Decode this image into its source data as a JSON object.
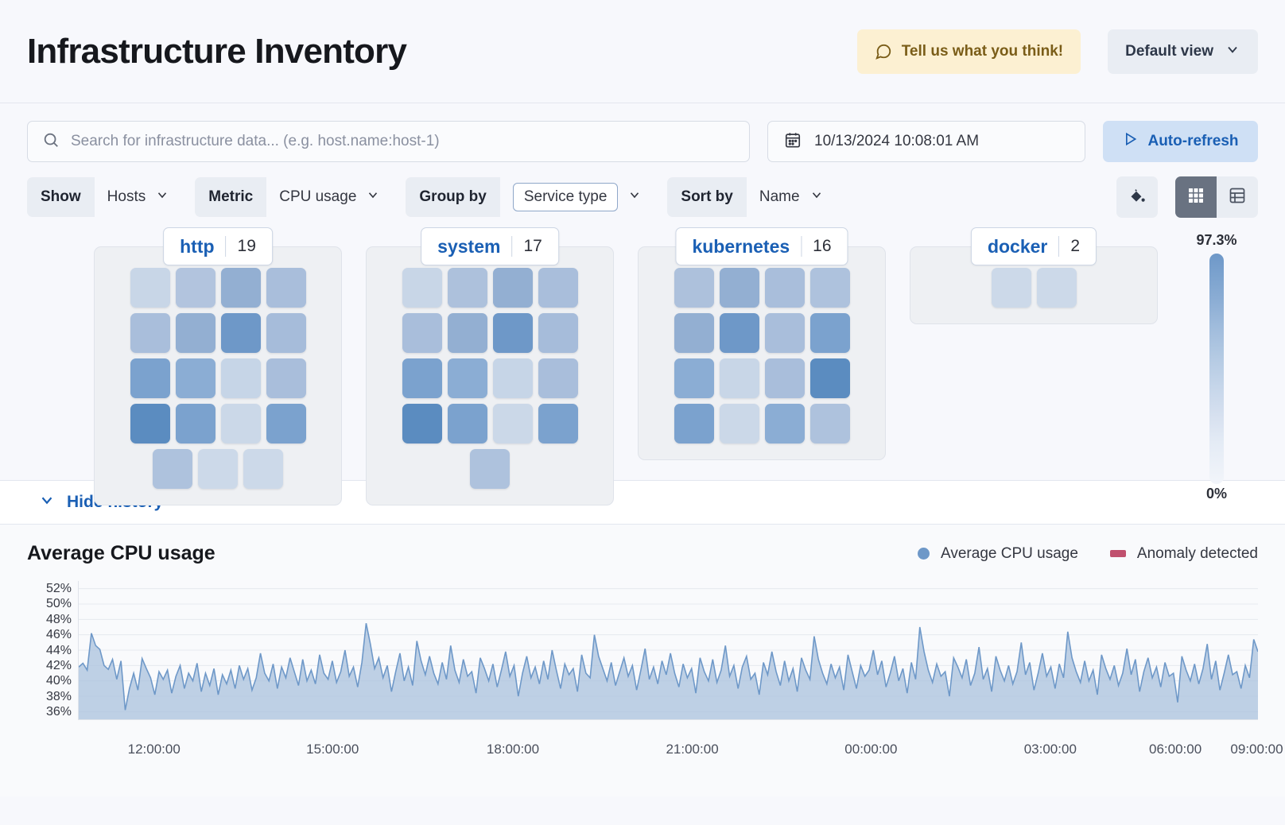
{
  "header": {
    "title": "Infrastructure Inventory",
    "feedback_label": "Tell us what you think!",
    "feedback_icon": "comment-icon",
    "view_label": "Default view",
    "view_icon": "chevron-down-icon"
  },
  "search": {
    "placeholder": "Search for infrastructure data... (e.g. host.name:host-1)",
    "value": "",
    "icon": "search-icon"
  },
  "datepicker": {
    "value": "10/13/2024 10:08:01 AM",
    "icon": "calendar-icon"
  },
  "refresh": {
    "label": "Auto-refresh",
    "icon": "play-icon"
  },
  "controls": [
    {
      "label": "Show",
      "value": "Hosts",
      "boxed": false
    },
    {
      "label": "Metric",
      "value": "CPU usage",
      "boxed": false
    },
    {
      "label": "Group by",
      "value": "Service type",
      "boxed": true
    },
    {
      "label": "Sort by",
      "value": "Name",
      "boxed": false
    }
  ],
  "view_buttons": {
    "palette_icon": "color-fill-icon",
    "grid_icon": "grid-view-icon",
    "table_icon": "table-view-icon",
    "active": "grid"
  },
  "legend": {
    "max": "97.3%",
    "min": "0%"
  },
  "groups": [
    {
      "name": "http",
      "count": "19",
      "cells": [
        "#c8d6e7",
        "#b2c4de",
        "#93afd2",
        "#a9bedb",
        "#a9bedb",
        "#93afd2",
        "#6e98c8",
        "#a6bcda",
        "#7ba2ce",
        "#8badd4",
        "#c6d5e7",
        "#a9bedb",
        "#5b8cc0",
        "#7ba2ce",
        "#cbd8e8",
        "#7ba2ce",
        "#aec2dd",
        "#ccd9e9",
        "#ccd9e9"
      ]
    },
    {
      "name": "system",
      "count": "17",
      "cells": [
        "#c8d6e7",
        "#adc1dc",
        "#93afd2",
        "#a9bedb",
        "#a9bedb",
        "#93afd2",
        "#6e98c8",
        "#a6bcda",
        "#7ba2ce",
        "#8badd4",
        "#c6d5e7",
        "#a9bedb",
        "#5b8cc0",
        "#7ba2ce",
        "#cbd8e8",
        "#7ba2ce",
        "#aec2dd"
      ]
    },
    {
      "name": "kubernetes",
      "count": "16",
      "cells": [
        "#adc1dc",
        "#93afd2",
        "#a9bedb",
        "#aec2dd",
        "#93afd2",
        "#6e98c8",
        "#a9bedb",
        "#7ba2ce",
        "#8badd4",
        "#c8d6e7",
        "#a9bedb",
        "#5b8cc0",
        "#7ba2ce",
        "#cbd8e8",
        "#8badd4",
        "#aec2dd"
      ]
    },
    {
      "name": "docker",
      "count": "2",
      "cells": [
        "#ccd9e9",
        "#ccd9e9"
      ]
    }
  ],
  "history_toggle": {
    "label": "Hide history",
    "icon": "chevron-down-icon"
  },
  "chart_data": {
    "type": "area",
    "title": "Average CPU usage",
    "xlabel": "",
    "ylabel": "",
    "ylim": [
      35,
      53
    ],
    "grid": true,
    "legend_position": "top-right",
    "legend": [
      {
        "name": "Average CPU usage",
        "color": "#6e98c8",
        "marker": "dot"
      },
      {
        "name": "Anomaly detected",
        "color": "#c0506e",
        "marker": "square"
      }
    ],
    "yticks": [
      "36%",
      "38%",
      "40%",
      "42%",
      "44%",
      "46%",
      "48%",
      "50%",
      "52%"
    ],
    "ytick_values": [
      36,
      38,
      40,
      42,
      44,
      46,
      48,
      50,
      52
    ],
    "xticks": [
      "12:00:00",
      "15:00:00",
      "18:00:00",
      "21:00:00",
      "00:00:00",
      "03:00:00",
      "06:00:00",
      "09:00:00"
    ],
    "xtick_positions": [
      0.0645,
      0.2158,
      0.3686,
      0.5206,
      0.6721,
      0.824,
      0.93,
      0.999
    ],
    "series": [
      {
        "name": "Average CPU usage",
        "color": "#6e98c8",
        "values": [
          41.8,
          42.3,
          41.4,
          46.2,
          44.6,
          44.1,
          42.0,
          41.5,
          42.8,
          40.2,
          42.6,
          36.2,
          39.0,
          41.0,
          38.8,
          42.9,
          41.6,
          40.4,
          38.2,
          41.2,
          40.2,
          41.4,
          38.4,
          40.6,
          42.0,
          39.0,
          41.0,
          40.0,
          42.3,
          38.6,
          41.0,
          39.4,
          41.6,
          38.2,
          40.8,
          39.6,
          41.4,
          39.0,
          42.0,
          40.2,
          41.6,
          38.8,
          40.4,
          43.6,
          41.0,
          40.0,
          42.2,
          39.0,
          41.8,
          40.4,
          43.0,
          41.2,
          39.4,
          42.8,
          40.0,
          41.4,
          39.6,
          43.4,
          41.0,
          40.2,
          42.6,
          39.8,
          41.2,
          44.0,
          40.6,
          41.8,
          39.2,
          42.4,
          47.5,
          44.8,
          41.6,
          43.0,
          40.4,
          42.0,
          38.6,
          41.2,
          43.6,
          40.0,
          41.8,
          39.4,
          45.2,
          42.6,
          40.8,
          43.2,
          41.0,
          39.6,
          42.4,
          40.2,
          44.6,
          41.4,
          39.8,
          42.8,
          40.6,
          41.2,
          38.4,
          43.0,
          41.6,
          40.0,
          42.2,
          39.2,
          41.4,
          43.8,
          40.6,
          42.0,
          38.0,
          41.0,
          43.2,
          40.4,
          41.8,
          39.6,
          42.6,
          40.2,
          44.0,
          41.4,
          39.0,
          42.2,
          40.8,
          41.6,
          38.6,
          43.4,
          41.0,
          40.4,
          46.0,
          43.2,
          41.6,
          40.0,
          42.4,
          39.4,
          41.2,
          43.0,
          40.6,
          42.0,
          38.8,
          41.4,
          44.2,
          40.2,
          41.8,
          39.6,
          42.6,
          40.8,
          43.6,
          41.0,
          39.2,
          42.2,
          40.4,
          41.6,
          38.4,
          43.0,
          41.2,
          40.0,
          42.8,
          39.8,
          41.4,
          44.6,
          40.6,
          42.0,
          39.0,
          41.8,
          43.2,
          40.2,
          41.0,
          38.2,
          42.4,
          40.8,
          43.8,
          41.2,
          39.4,
          42.6,
          40.0,
          41.6,
          38.6,
          43.0,
          41.4,
          40.2,
          45.8,
          42.8,
          41.0,
          39.6,
          42.2,
          40.4,
          41.8,
          38.8,
          43.4,
          41.2,
          39.0,
          42.0,
          40.6,
          41.4,
          44.0,
          40.8,
          42.6,
          39.2,
          41.0,
          43.2,
          40.0,
          41.6,
          38.4,
          42.4,
          40.2,
          47.0,
          43.8,
          41.4,
          39.8,
          42.2,
          40.6,
          41.2,
          38.0,
          43.0,
          41.8,
          40.4,
          42.8,
          39.4,
          41.0,
          44.4,
          40.2,
          41.6,
          38.6,
          43.2,
          41.4,
          40.0,
          42.0,
          39.6,
          41.2,
          45.0,
          40.8,
          42.4,
          38.8,
          41.0,
          43.6,
          40.6,
          41.8,
          39.0,
          42.2,
          40.4,
          46.4,
          43.0,
          41.2,
          39.8,
          42.6,
          40.0,
          41.4,
          38.2,
          43.4,
          41.6,
          40.2,
          42.0,
          39.4,
          41.0,
          44.2,
          40.8,
          42.8,
          38.6,
          41.2,
          43.0,
          40.4,
          41.8,
          39.2,
          42.4,
          40.6,
          41.0,
          37.2,
          43.2,
          41.4,
          40.0,
          42.2,
          39.6,
          41.6,
          44.8,
          40.2,
          42.6,
          38.8,
          41.0,
          43.4,
          40.8,
          41.2,
          39.0,
          42.0,
          40.4,
          45.4,
          43.8
        ]
      }
    ]
  }
}
